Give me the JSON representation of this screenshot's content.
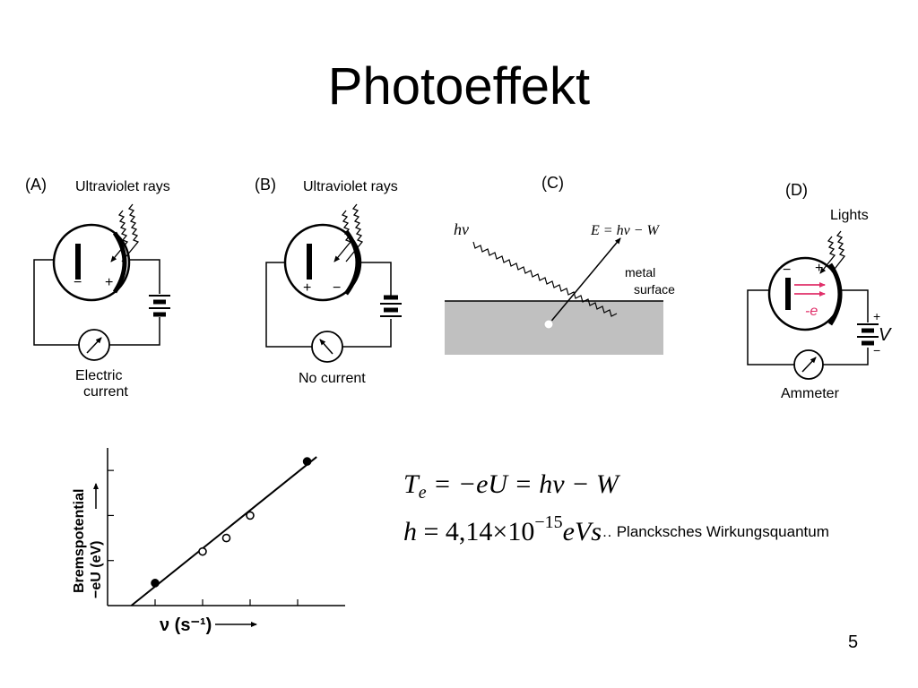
{
  "slide": {
    "title": "Photoeffekt",
    "page_number": "5"
  },
  "panels": {
    "A": {
      "label": "(A)",
      "light": "Ultraviolet rays",
      "minus": "−",
      "plus": "+",
      "meter_line1": "Electric",
      "meter_line2": "current"
    },
    "B": {
      "label": "(B)",
      "light": "Ultraviolet rays",
      "plus": "+",
      "minus": "−",
      "meter": "No current"
    },
    "C": {
      "label": "(C)",
      "photon": "hν",
      "energy": "E = hν − W",
      "surface_line1": "metal",
      "surface_line2": "surface"
    },
    "D": {
      "label": "(D)",
      "light": "Lights",
      "minus": "−",
      "plus": "+",
      "electron": "-e",
      "batt_plus": "+",
      "batt_minus": "−",
      "voltage": "V",
      "meter": "Ammeter"
    }
  },
  "graph": {
    "ylabel_line1": "Bremspotential",
    "ylabel_line2": "−eU (eV)",
    "xlabel": "ν (s⁻¹)"
  },
  "chart_data": {
    "type": "scatter",
    "title": "",
    "xlabel": "ν (s⁻¹)",
    "ylabel": "Bremspotential −eU (eV)",
    "xlim": [
      0,
      5
    ],
    "ylim": [
      0,
      3.5
    ],
    "points": [
      {
        "x": 1.0,
        "y": 0.5,
        "filled": true
      },
      {
        "x": 2.0,
        "y": 1.2,
        "filled": false
      },
      {
        "x": 2.5,
        "y": 1.5,
        "filled": false
      },
      {
        "x": 3.0,
        "y": 2.0,
        "filled": false
      },
      {
        "x": 4.2,
        "y": 3.2,
        "filled": true
      }
    ],
    "fit_line": [
      {
        "x": 0.5,
        "y": 0.0
      },
      {
        "x": 4.4,
        "y": 3.3
      }
    ],
    "grid": false
  },
  "equations": {
    "eq1": {
      "T": "T",
      "e": "e",
      "rest": " = −eU = hν − W"
    },
    "eq2": {
      "lhs": "h",
      "mid": " = 4,14×10",
      "exp": "−15",
      "unit": "eVs"
    },
    "note": "… Plancksches Wirkungsquantum"
  },
  "colors": {
    "electron": "#e0306a",
    "surface": "#c0c0c0"
  }
}
